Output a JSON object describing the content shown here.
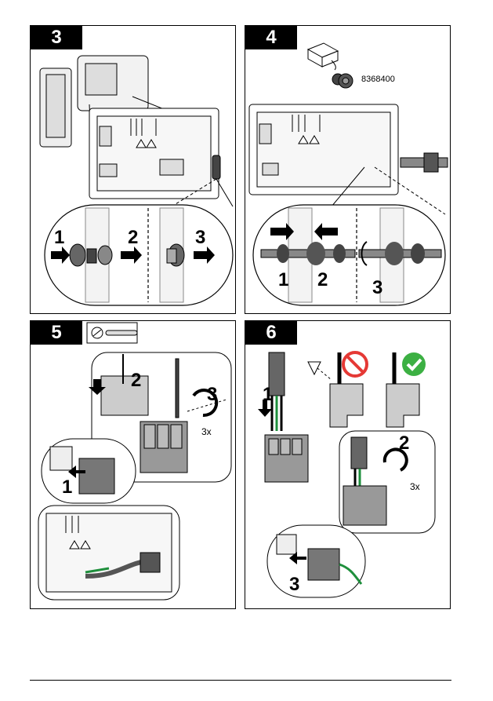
{
  "panels": [
    {
      "step": "3",
      "callouts": [
        "1",
        "2",
        "3"
      ]
    },
    {
      "step": "4",
      "part_number": "8368400",
      "callouts": [
        "1",
        "2",
        "3"
      ]
    },
    {
      "step": "5",
      "callouts": [
        "1",
        "2",
        "3"
      ],
      "repeat": "3x"
    },
    {
      "step": "6",
      "callouts": [
        "1",
        "2",
        "3"
      ],
      "repeat": "3x"
    }
  ],
  "icons": [
    "screwdriver-icon",
    "prohibited-icon",
    "checkmark-icon",
    "warning-icon",
    "arrow-icon"
  ],
  "colors": {
    "tab": "#000000",
    "prohibited": "#e53935",
    "check": "#3cb043",
    "wire_green": "#1e8f3c",
    "wire_gray": "#555555"
  }
}
